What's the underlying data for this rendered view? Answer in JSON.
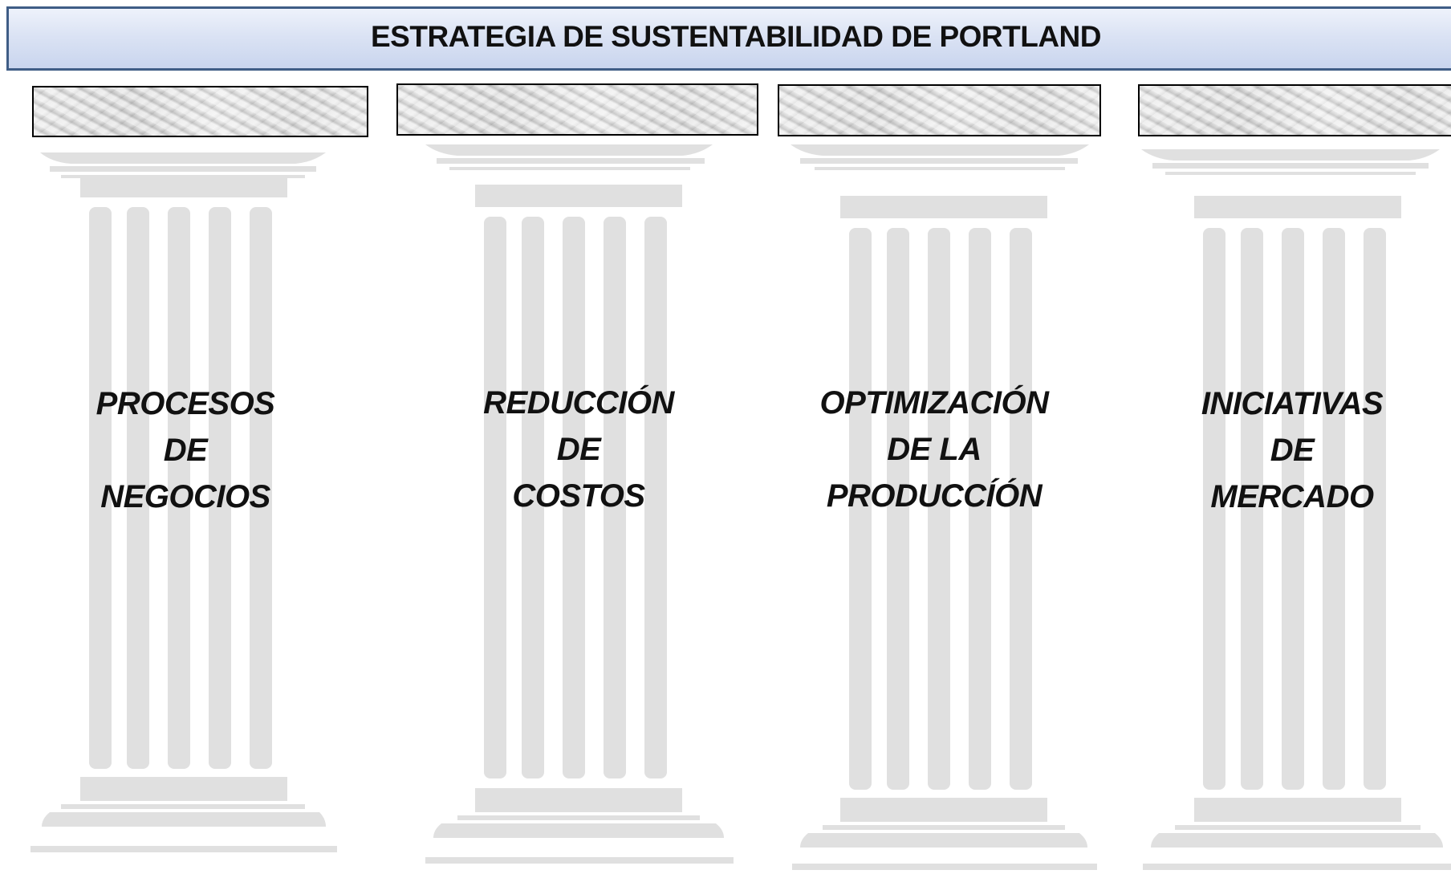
{
  "title": "ESTRATEGIA DE SUSTENTABILIDAD DE PORTLAND",
  "colors": {
    "title_border": "#3f5d86",
    "title_fill": "#dbe3f4",
    "pillar": "#e0e0e0",
    "text": "#111111"
  },
  "pillars": [
    {
      "id": "procesos",
      "lines": [
        "PROCESOS",
        "DE",
        "NEGOCIOS"
      ]
    },
    {
      "id": "reduccion",
      "lines": [
        "REDUCCIÓN",
        "DE",
        "COSTOS"
      ]
    },
    {
      "id": "optimizacion",
      "lines": [
        "OPTIMIZACIÓN",
        "DE LA",
        "PRODUCCÍÓN"
      ]
    },
    {
      "id": "iniciativas",
      "lines": [
        "INICIATIVAS",
        "DE",
        "MERCADO"
      ]
    }
  ]
}
